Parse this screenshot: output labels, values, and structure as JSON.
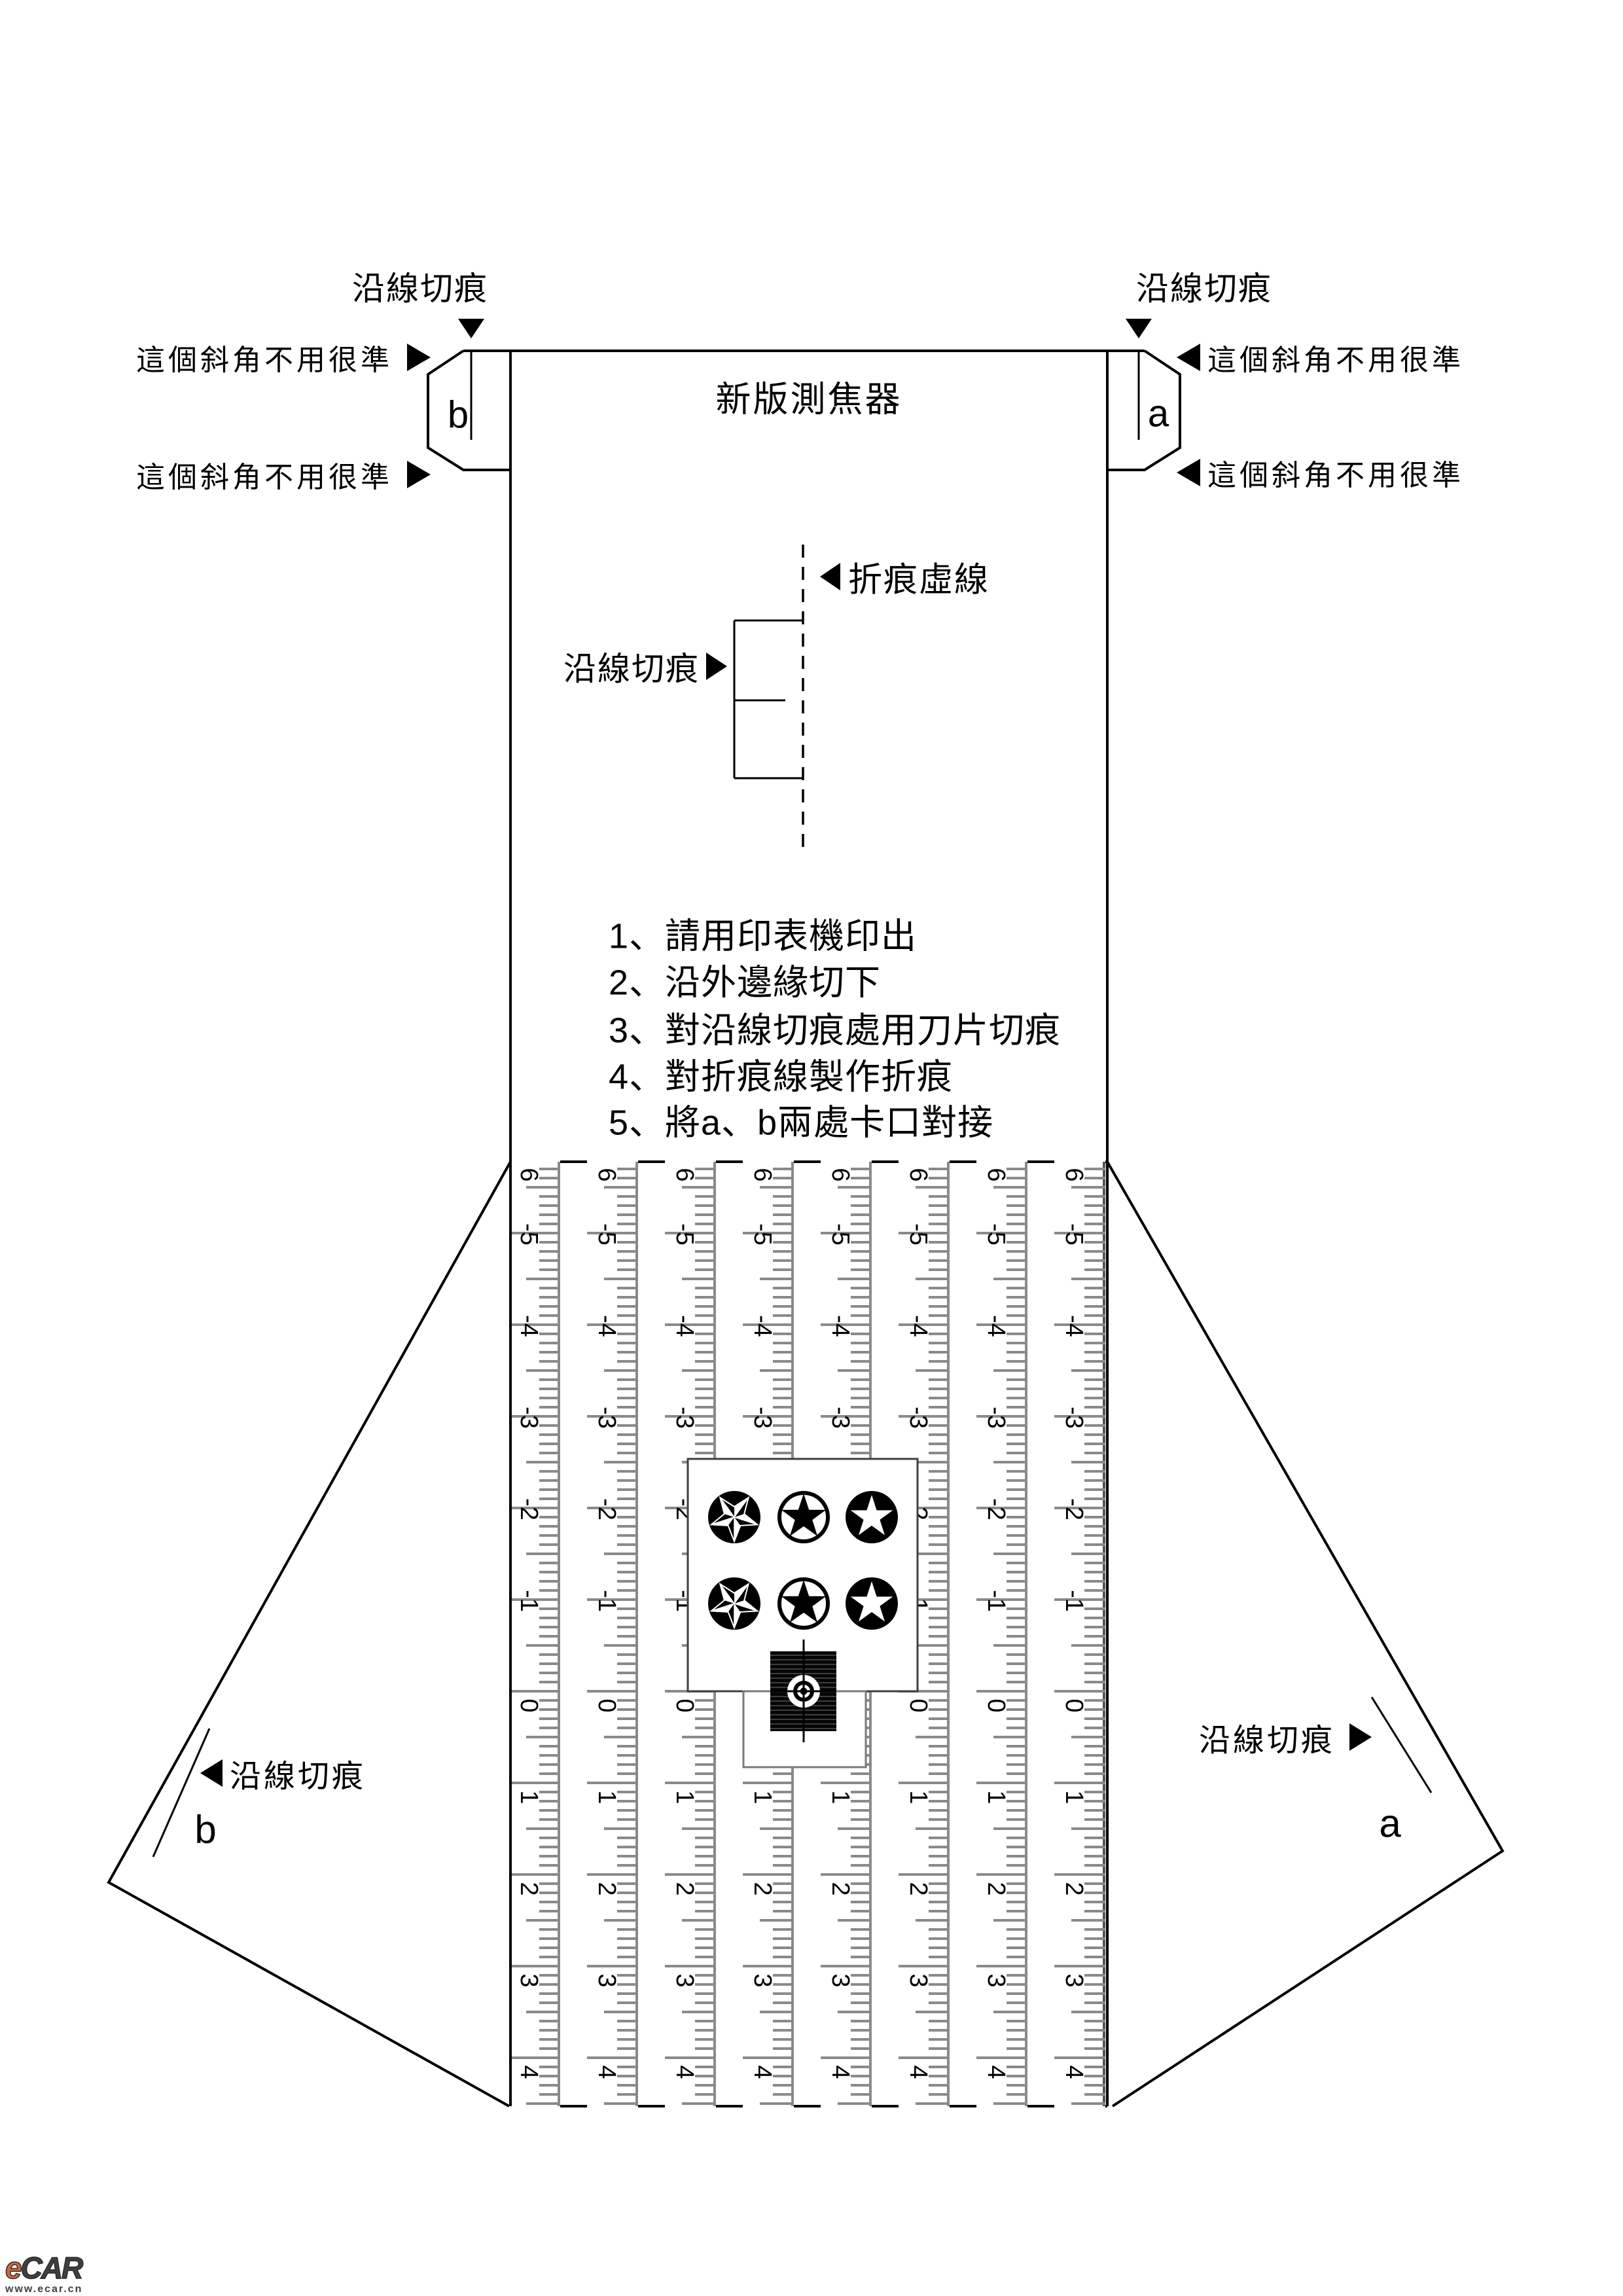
{
  "title": "新版測焦器",
  "top": {
    "cut_notch_left": "沿線切痕",
    "cut_notch_right": "沿線切痕",
    "bevel_note": "這個斜角不用很準",
    "tab_b": "b",
    "tab_a": "a"
  },
  "middle": {
    "fold_line_label": "折痕虛線",
    "cut_notch_label": "沿線切痕"
  },
  "instructions": {
    "items": [
      "1、請用印表機印出",
      "2、沿外邊緣切下",
      "3、對沿線切痕處用刀片切痕",
      "4、對折痕線製作折痕",
      "5、將a、b兩處卡口對接"
    ]
  },
  "wings": {
    "left_label": "沿線切痕",
    "left_tab": "b",
    "right_label": "沿線切痕",
    "right_tab": "a"
  },
  "ruler": {
    "labels": [
      "6",
      "-5",
      "-4",
      "-3",
      "-2",
      "-1",
      "0",
      "1",
      "2",
      "3",
      "4"
    ],
    "strip_count": 8,
    "tick_color": "#8a8a8a"
  },
  "logo": {
    "brand_e": "e",
    "brand_rest": "CAR",
    "url": "www.ecar.cn",
    "accent_color": "#d4683f",
    "dark_color": "#3f3f3f"
  }
}
